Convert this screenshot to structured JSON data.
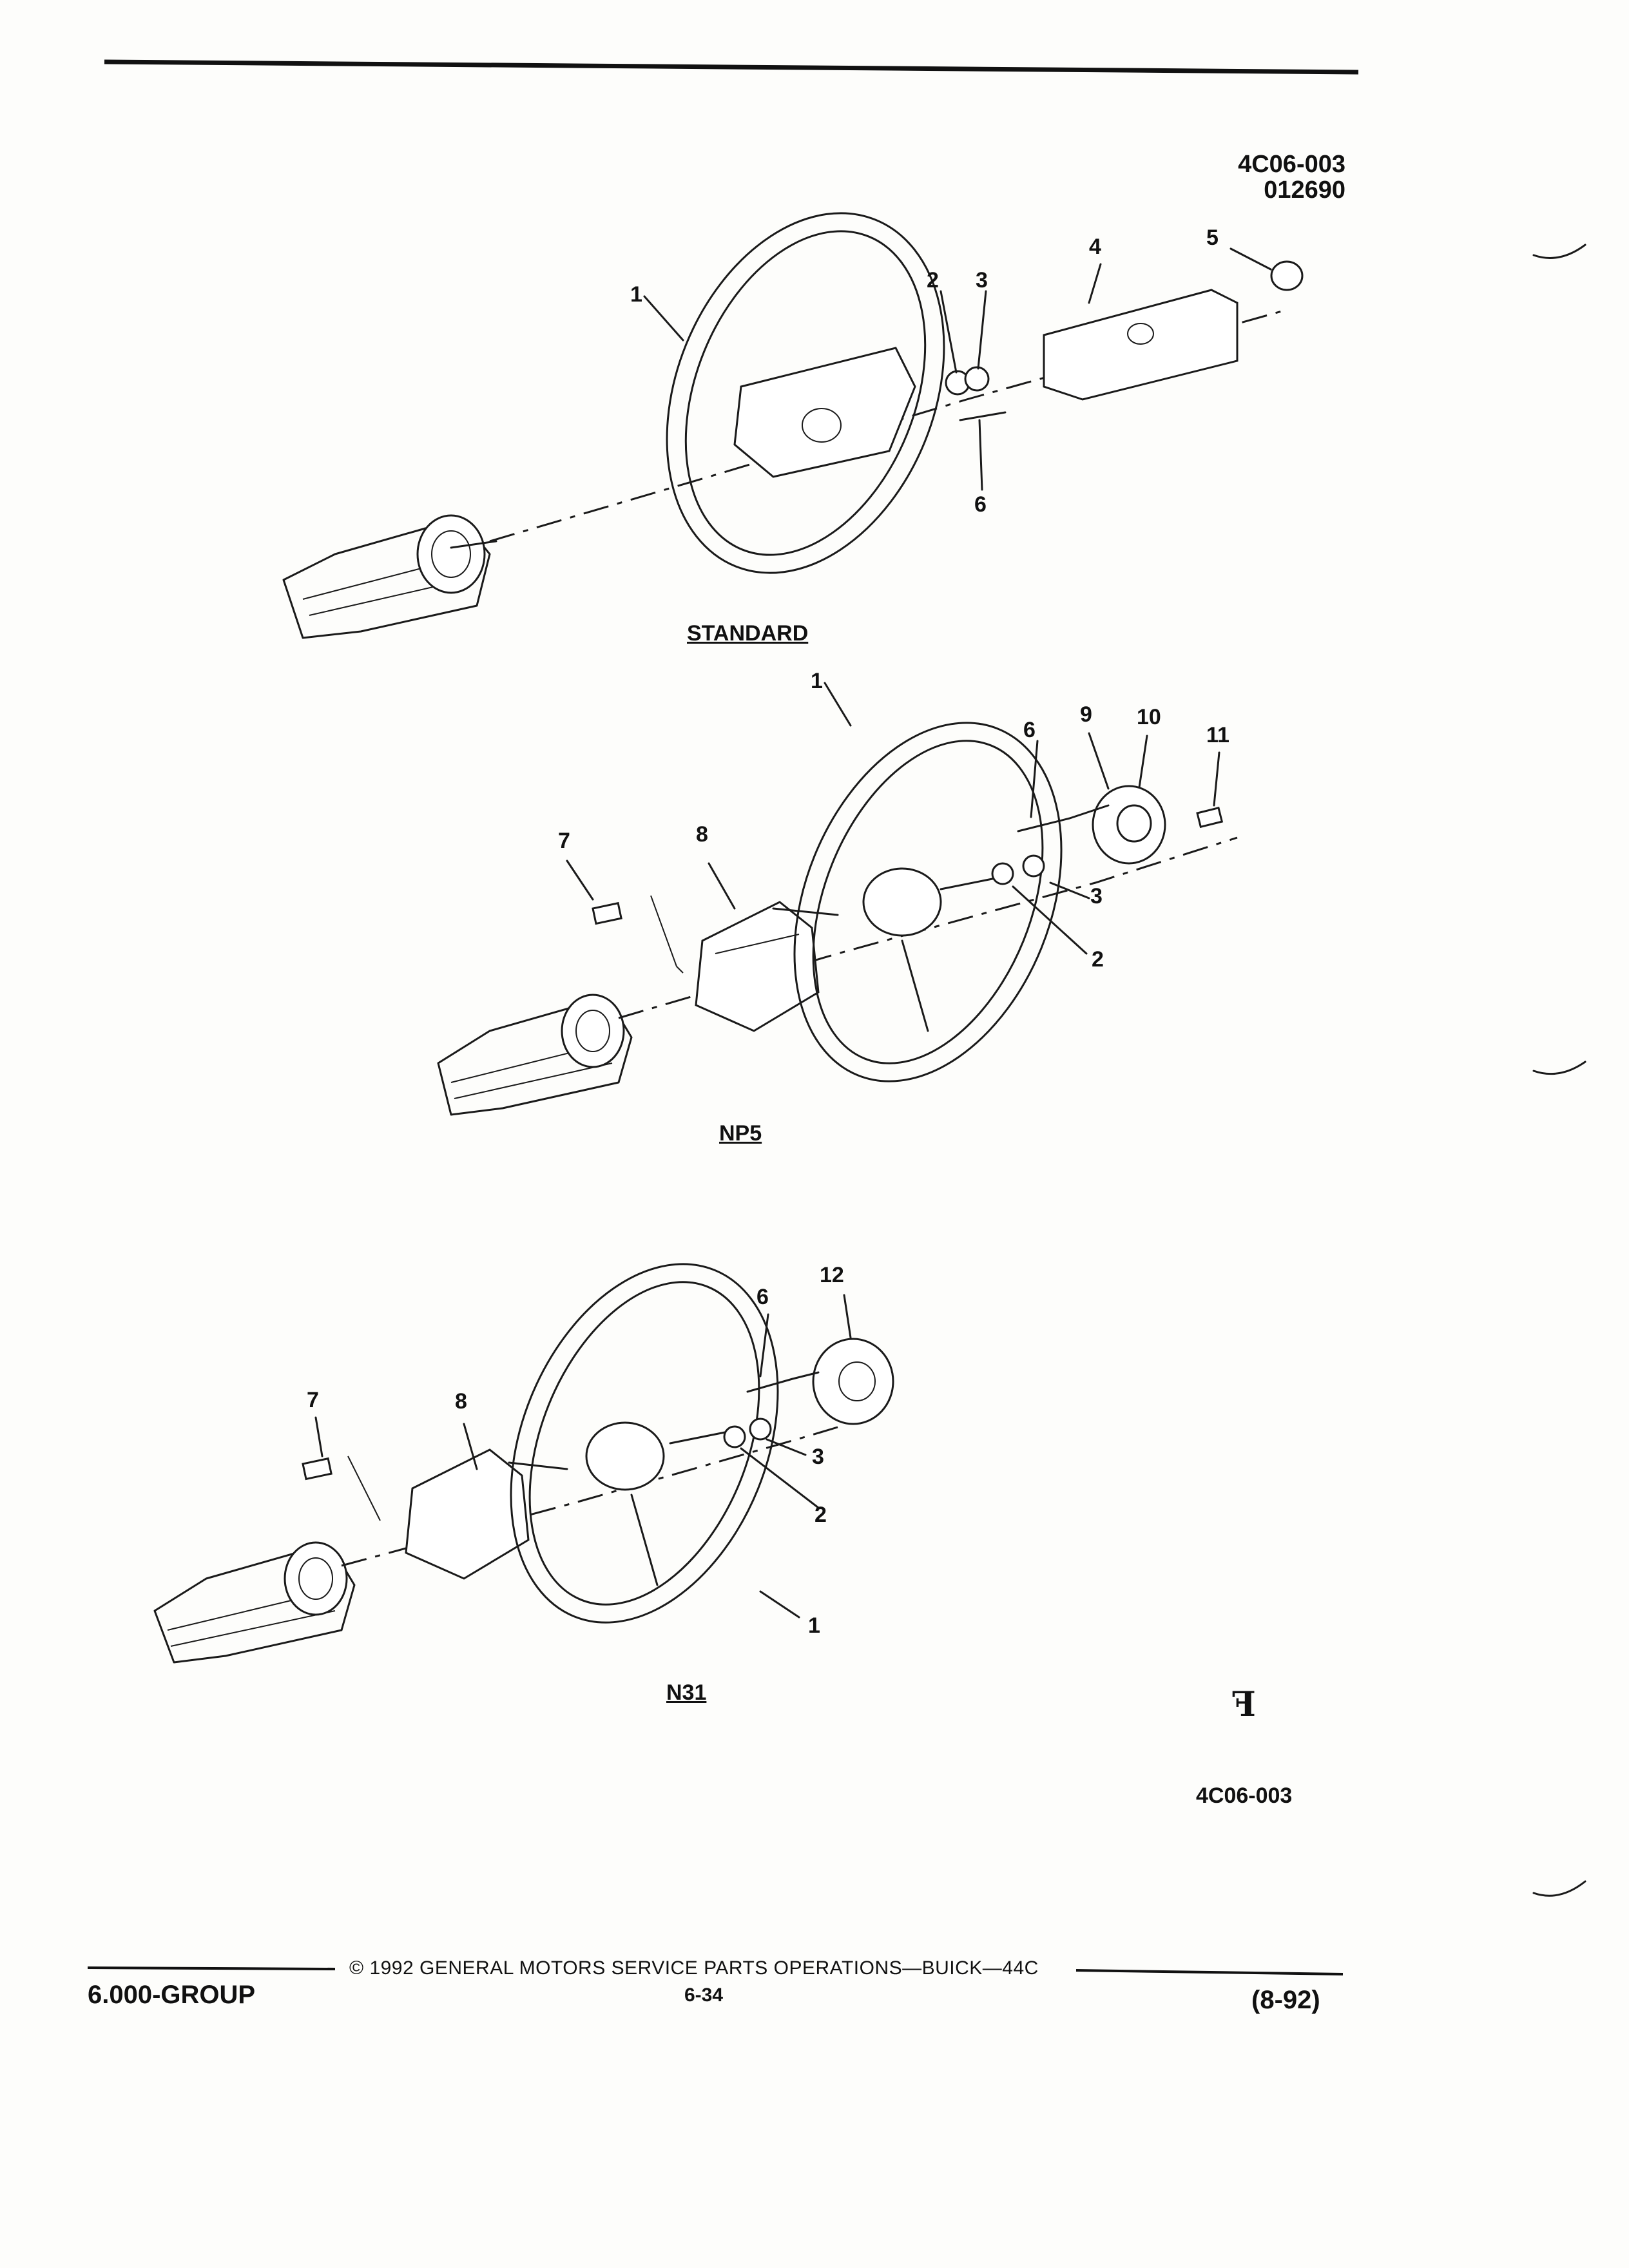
{
  "header": {
    "ref_code": "4C06-003",
    "ref_date": "012690"
  },
  "sections": [
    {
      "caption": "STANDARD",
      "callouts": [
        "1",
        "2",
        "3",
        "4",
        "5",
        "6"
      ]
    },
    {
      "caption": "NP5",
      "callouts": [
        "1",
        "6",
        "9",
        "10",
        "11",
        "7",
        "8",
        "3",
        "2"
      ]
    },
    {
      "caption": "N31",
      "callouts": [
        "12",
        "6",
        "7",
        "8",
        "3",
        "2",
        "1"
      ]
    }
  ],
  "footer_ref": "4C06-003",
  "logo_mark": "ꟻ",
  "footer": {
    "group": "6.000-GROUP",
    "copyright": "© 1992 GENERAL MOTORS SERVICE PARTS OPERATIONS—BUICK—44C",
    "page_number": "6-34",
    "revision": "(8-92)"
  }
}
